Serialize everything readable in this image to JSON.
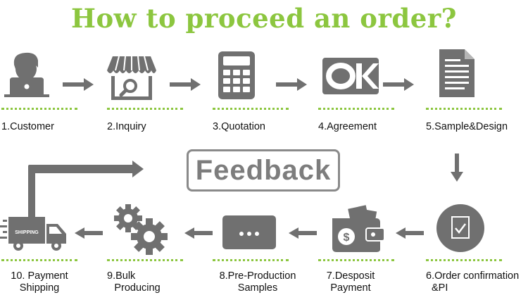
{
  "title": "How to proceed an order?",
  "feedback": "Feedback",
  "shipping_text": "SHIPPING",
  "colors": {
    "accent": "#8cc63f",
    "icon": "#707070",
    "text": "#111111"
  },
  "steps": [
    {
      "label": "1.Customer",
      "icon": "customer-icon"
    },
    {
      "label": "2.Inquiry",
      "icon": "shop-icon"
    },
    {
      "label": "3.Quotation",
      "icon": "calculator-icon"
    },
    {
      "label": "4.Agreement",
      "icon": "ok-icon"
    },
    {
      "label": "5.Sample&Design",
      "icon": "document-icon"
    },
    {
      "label_line1": "6.Order confirmation",
      "label_line2": "&PI",
      "icon": "check-icon"
    },
    {
      "label_line1": "7.Desposit",
      "label_line2": "Payment",
      "icon": "wallet-icon"
    },
    {
      "label_line1": "8.Pre-Production",
      "label_line2": "Samples",
      "icon": "card-icon"
    },
    {
      "label_line1": "9.Bulk",
      "label_line2": "Producing",
      "icon": "gears-icon"
    },
    {
      "label_line1": "10. Payment",
      "label_line2": "Shipping",
      "icon": "truck-icon"
    }
  ]
}
